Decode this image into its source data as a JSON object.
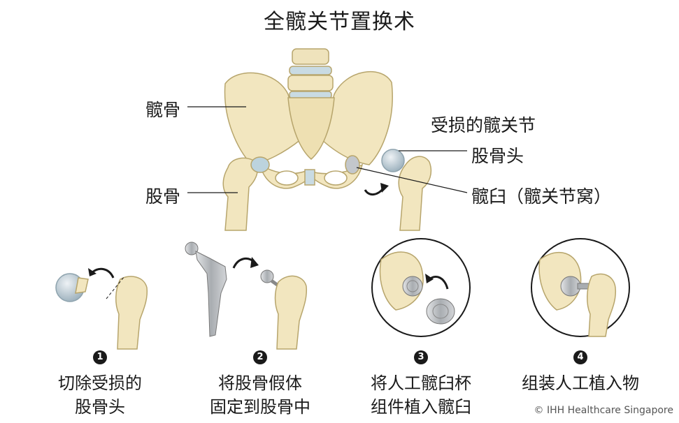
{
  "title": "全髋关节置换术",
  "labels": {
    "ilium": "髋骨",
    "femur": "股骨",
    "damaged_joint": "受损的髋关节",
    "femoral_head": "股骨头",
    "acetabulum": "髋臼（髋关节窝）"
  },
  "steps": [
    {
      "number": "1",
      "line1": "切除受损的",
      "line2": "股骨头"
    },
    {
      "number": "2",
      "line1": "将股骨假体",
      "line2": "固定到股骨中"
    },
    {
      "number": "3",
      "line1": "将人工髋臼杯",
      "line2": "组件植入髋臼"
    },
    {
      "number": "4",
      "line1": "组装人工植入物",
      "line2": ""
    }
  ],
  "copyright": "© IHH Healthcare Singapore",
  "colors": {
    "bone": "#f2e6bf",
    "bone_outline": "#b7a56c",
    "cartilage": "#bcd3de",
    "metal": "#b9bcc0"
  }
}
